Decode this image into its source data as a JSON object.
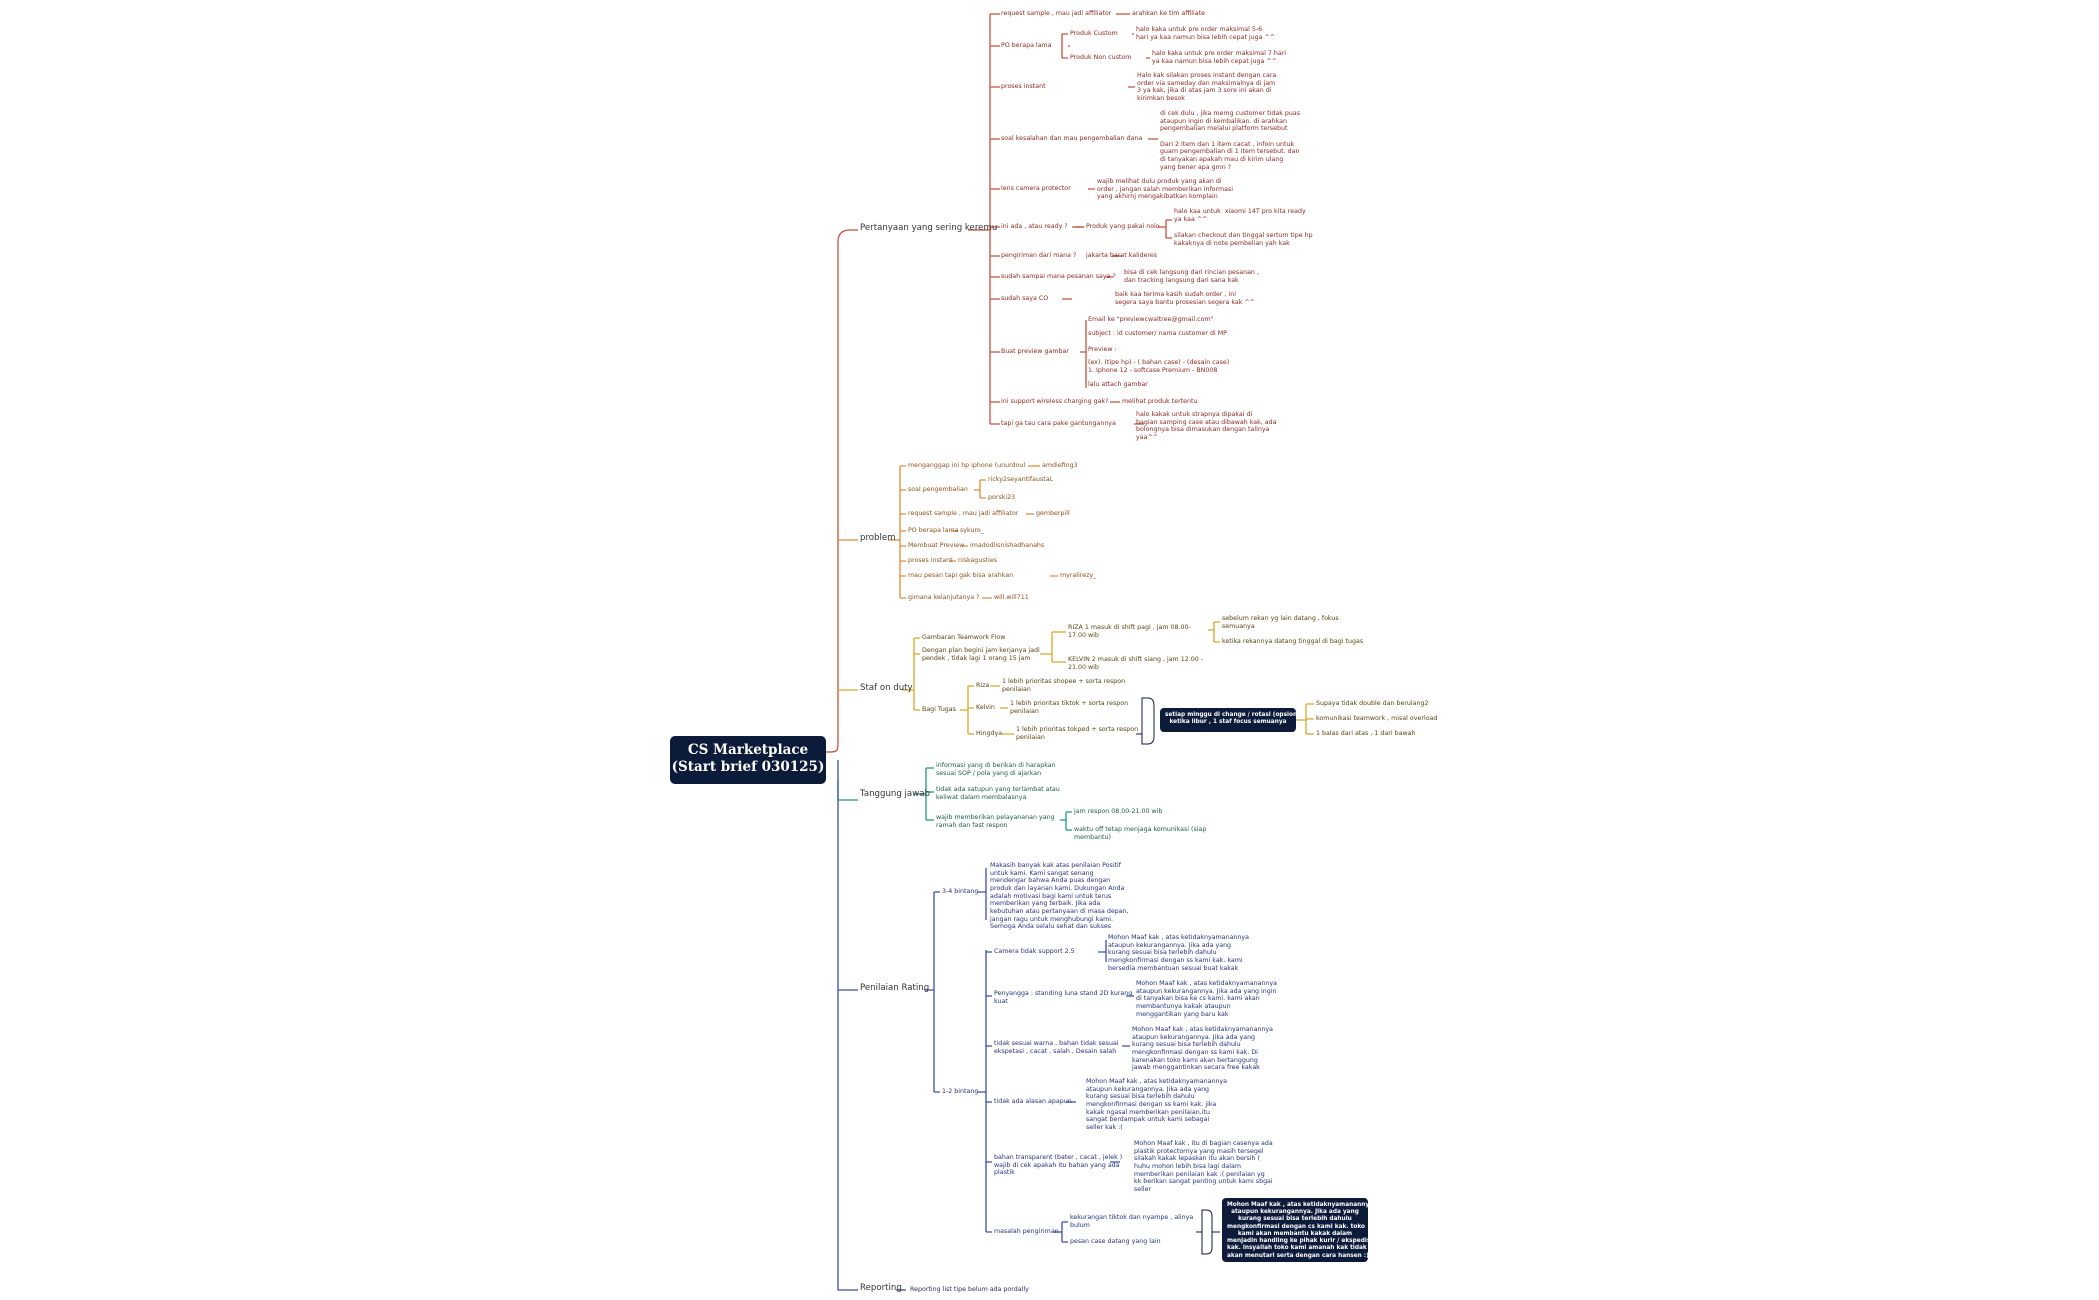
{
  "root": {
    "title": "CS Marketplace\n(Start brief 030125)"
  },
  "colors": {
    "faq": "#c8503c",
    "problem": "#e08a3c",
    "staf": "#d9a82a",
    "tanggung": "#1f9a7a",
    "rating": "#3b4fb0",
    "reporting": "#3b4fb0",
    "root": "#0c1b3a"
  },
  "branches": {
    "faq": {
      "label": "Pertanyaan yang sering keremu",
      "items": [
        {
          "q": "request sample , mau jadi affiliator",
          "a": "arahkan ke tim affiliate"
        },
        {
          "q": "PO berapa lama",
          "subs": [
            {
              "q": "Produk Custom",
              "a": "halo kaka untuk pre order maksimal 5-6\nhari ya kaa namun bisa lebih cepat juga ^^"
            },
            {
              "q": "Produk Non custom",
              "a": "halo kaka untuk pre order maksimal 7 hari\nya kaa namun bisa lebih cepat juga ^^"
            }
          ]
        },
        {
          "q": "proses instant",
          "a": "Halo kak silakan proses instant dengan cara\norder via sameday dan maksimalnya di jam\n3 ya kak, jika di atas jam 3 sore ini akan di\nkirimkan besok"
        },
        {
          "q": "soal kesalahan dan mau pengembalian dana",
          "a": "di cek dulu , jika memg customer tidak puas\nataupun ingin di kembalikan. di arahkan\npengembalian melalui platform tersebut\n\nDari 2 item dan 1 item cacat , infoin untuk\nguam pengembalian di 1 item tersebut. dan\ndi tanyakan apakah mau di kirim ulang\nyang bener apa gmn ?"
        },
        {
          "q": "lens camera protector",
          "a": "wajib melihat dulu produk yang akan di\norder , jangan salah memberikan informasi\nyang akhirnj mengakibatkan komplain"
        },
        {
          "q": "ini ada , atau ready ?",
          "subs": [
            {
              "q": "Produk yang pakai nolo",
              "a": "halo kaa untuk  xiaomi 14T pro kita ready\nya kaa ^^"
            },
            {
              "q": "",
              "a": "silakan checkout dan tinggal sertum tipe hp\nkakaknya di note pembelian yah kak"
            }
          ]
        },
        {
          "q": "pengiriman dari mana ?",
          "a": "jakarta barat kalideres"
        },
        {
          "q": "sudah sampai mana pesanan saya ?",
          "a": "bisa di cek langsung dari rincian pesanan ,\ndan tracking langsung dari sana kak"
        },
        {
          "q": "sudah saya CO",
          "a": "baik kaa terima kasih sudah order , ini\nsegera saya bantu prosesian segera kak ^^"
        },
        {
          "q": "Buat preview gambar",
          "lines": [
            "Email ke \"previewcwaltree@gmail.com\"",
            "subject : id customer/ nama customer di MP",
            "Preview :",
            "(ex). (tipe hp) - ( bahan case) - (desain case)\n1. Iphone 12 - softcase Premium - BN008",
            "lalu attach gambar"
          ]
        },
        {
          "q": "ini support wireless charging gak?",
          "a": "melihat produk tertentu"
        },
        {
          "q": "tapi ga tau cara pake gantungannya",
          "a": "halo kakak untuk strapnya dipakai di\nbagian samping case atau dibawah kak, ada\nbolongnya bisa dimasukan dengan talinya\nyaa^^"
        }
      ]
    },
    "problem": {
      "label": "problem",
      "items": [
        {
          "q": "menganggap ini hp iphone (unurdoul",
          "a": "amdiefing3"
        },
        {
          "q": "soal pengembalian",
          "subs": [
            "ricky2seyantifaustaL",
            "porski23"
          ]
        },
        {
          "q": "request sample , mau jadi affiliator",
          "a": "gemberpill"
        },
        {
          "q": "PO berapa lama",
          "a": "sykuro_"
        },
        {
          "q": "Membuat Preview",
          "a": "imadodlisnishadhanahs"
        },
        {
          "q": "proses instant",
          "a": "niskagusties"
        },
        {
          "q": "mau pesan tapi gak bisa arahkan",
          "a": "myralirezy_"
        },
        {
          "q": "gimana kelanjutanya ?",
          "a": "will.will711"
        }
      ]
    },
    "staf": {
      "label": "Staf on duty",
      "flow_title": "Gambaran Teamwork Flow",
      "flow_desc": "Dengan plan begini jam kerjanya jadi\npendek , tidak lagi 1 orang 15 jam",
      "shift1": "RIZA 1 masuk di shift pagi , jam 08.00-\n17.00 wib",
      "shift1_notes": [
        "sebelum rekan yg lain datang , fokus\nsemuanya",
        "ketika rekannya datang tinggal di bagi tugas"
      ],
      "shift2": "KELVIN 2 masuk di shift siang , jam 12.00 -\n21.00 wib",
      "tasks_label": "Bagi Tugas",
      "tasks": [
        {
          "name": "Riza",
          "desc": "1 lebih prioritas shopee + sorta respon\npenilaian"
        },
        {
          "name": "Kelvin",
          "desc": "1 lebih prioritas tiktok + sorta respon\npenilaian"
        },
        {
          "name": "Hingdya",
          "desc": "1 lebih prioritas tokped + sorta respon\npenilaian"
        }
      ],
      "rotation": "setiap minggu di change / rotasi (opsional)\nketika libur , 1 staf focus semuanya",
      "rotation_notes": [
        "Supaya tidak double dan berulang2",
        "komunikasi teamwork , misal overload",
        "1 balas dari atas , 1 dari bawah"
      ]
    },
    "tanggung": {
      "label": "Tanggung jawab",
      "items": [
        "informasi yang di berikan di harapkan\nsesuai SOP / pola yang di ajarkan",
        "tidak ada satupun yang terlambat atau\nkeliwat dalam membalasnya",
        "wajib memberikan pelayananan yang\nramah dan fast respon"
      ],
      "subs": [
        "jam respon 08.00-21.00 wib",
        "waktu off tetap menjaga komunikasi (siap\nmembantu)"
      ]
    },
    "rating": {
      "label": "Penilaian Rating",
      "star45": {
        "label": "3-4 bintang",
        "text": "Makasih banyak kak atas penilaian Positif\nuntuk kami. Kami sangat senang\nmendengar bahwa Anda puas dengan\nproduk dan layanan kami. Dukungan Anda\nadalah motivasi bagi kami untuk terus\nmemberikan yang terbaik. Jika ada\nkebutuhan atau pertanyaan di masa depan,\njangan ragu untuk menghubungi kami.\nSemoga Anda selalu sehat dan sukses"
      },
      "star12": {
        "label": "1-2 bintang",
        "items": [
          {
            "q": "Camera tidak support 2.5",
            "a": "Mohon Maaf kak , atas ketidaknyamanannya\nataupun kekurangannya. Jika ada yang\nkurang sesuai bisa terlebih dahulu\nmengkonfirmasi dengan ss kami kak. kami\nbersedia membantuan sesuai buat kakak"
          },
          {
            "q": "Penyangga : standing luna stand 2D kurang\nkuat",
            "a": "Mohon Maaf kak , atas ketidaknyamanannya\nataupun kekurangannya. Jika ada yang ingin\ndi tanyakan bisa ke cs kami. kami akan\nmembantunya kakak ataupun\nmenggantikan yang baru kak"
          },
          {
            "q": "tidak sesuai warna , bahan tidak sesuai\nekspetasi , cacat , salah , Desain salah",
            "a": "Mohon Maaf kak , atas ketidaknyamanannya\nataupun kekurangannya. Jika ada yang\nkurang sesuai bisa terlebih dahulu\nmengkonfirmasi dengan ss kami kak. Di\nkarenakan toko kami akan bertanggung\njawab menggantinkan secara free kakak"
          },
          {
            "q": "tidak ada alasan apapun",
            "a": "Mohon Maaf kak , atas ketidaknyamanannya\nataupun kekurangannya. Jika ada yang\nkurang sesuai bisa terlebih dahulu\nmengkonfirmasi dengan ss kami kak. jika\nkakak ngasal memberikan penilaian.itu\nsangat berdampak untuk kami sebagai\nseller kak :("
          },
          {
            "q": "bahan transparent (bater , cacat , jelek )\nwajib di cek apakah itu bahan yang ada\nplastik",
            "a": "Mohon Maaf kak , itu di bagian casenya ada\nplastik protectornya yang masih tersegel\nsilakah kakak lepaskan itu akan bersih (\nhuhu mohon lebih bisa lagi dalam\nmemberikan penilaian kak :( penilaian yg\nkk berikan sangat penting untuk kami sbgai\nseller"
          },
          {
            "q": "masalah pengiriman",
            "subs": [
              "kekurangan tiktok dan nyampe , alinya\nbulum",
              "pesan case datang yang lain"
            ]
          }
        ]
      },
      "callout": "Mohon Maaf kak , atas ketidaknyamanannya\nataupun kekurangannya. Jika ada yang\nkurang sesuai bisa terlebih dahulu\nmengkonfirmasi dengan cs kami kak. toko\nkami akan membantu kakak dalam\nmenjadin handling ke pihak kurir / ekspedisi\nkak. insyallah toko kami amanah kak tidak\nakan menutari serta dengan cara hansen :)"
    },
    "reporting": {
      "label": "Reporting",
      "item": "Reporting list tipe belum ada pordally"
    }
  }
}
